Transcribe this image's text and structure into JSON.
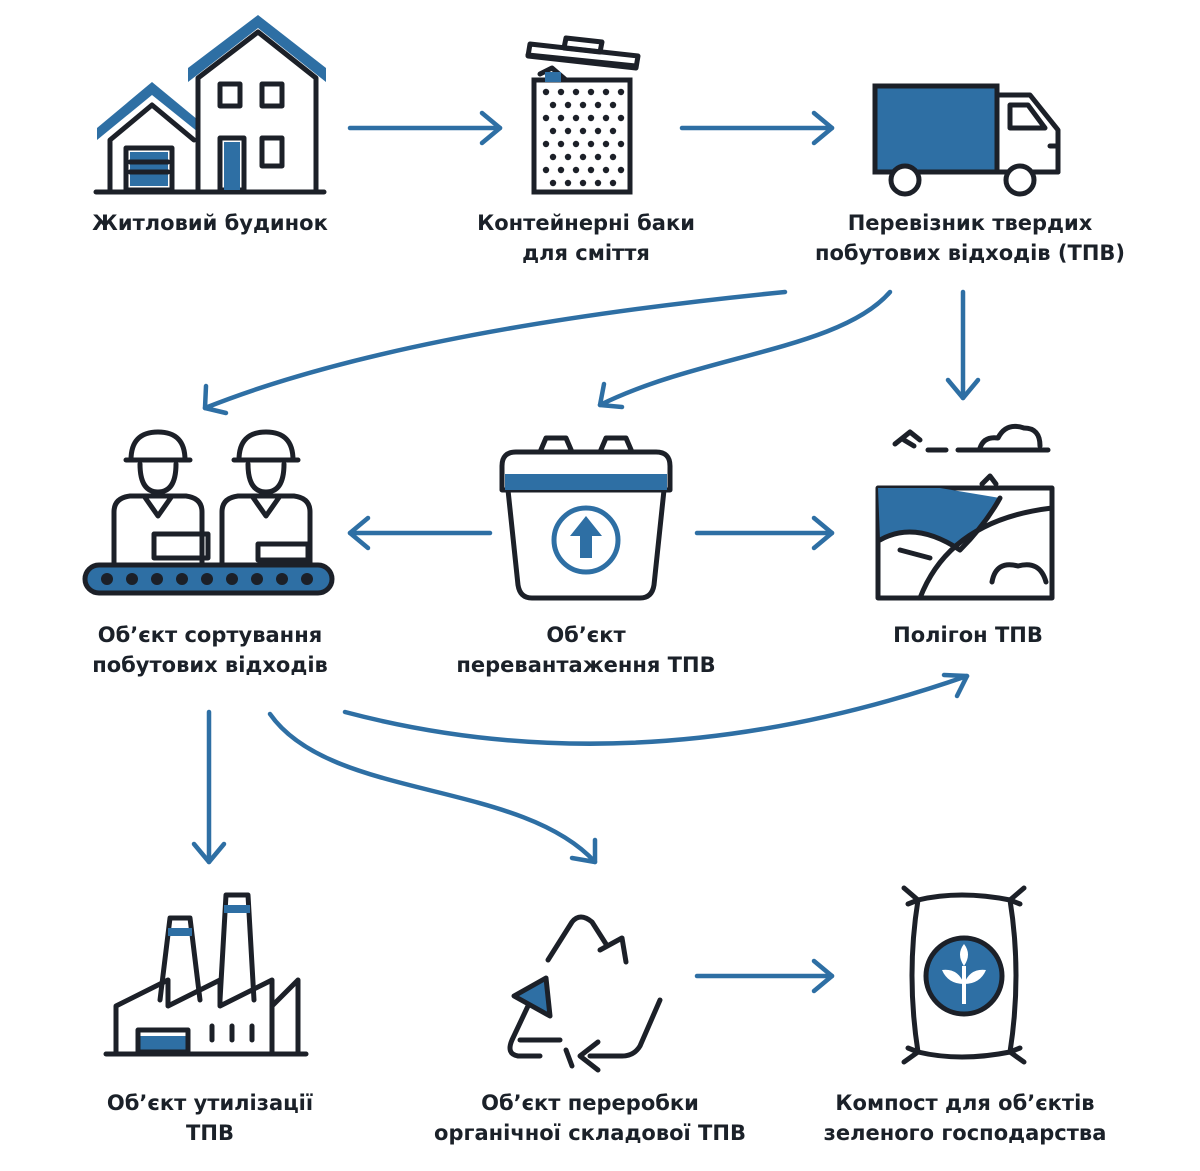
{
  "colors": {
    "accent": "#2e6fa4",
    "outline": "#1c2028",
    "background": "#ffffff"
  },
  "nodes": {
    "house": {
      "line1": "Житловий будинок",
      "line2": "",
      "icon": "house-icon"
    },
    "bins": {
      "line1": "Контейнерні баки",
      "line2": "для сміття",
      "icon": "trash-bin-icon"
    },
    "carrier": {
      "line1": "Перевізник твердих",
      "line2": "побутових відходів (ТПВ)",
      "icon": "truck-icon"
    },
    "sorting": {
      "line1": "Об’єкт сортування",
      "line2": "побутових відходів",
      "icon": "sorting-workers-icon"
    },
    "transfer": {
      "line1": "Об’єкт",
      "line2": "перевантаження ТПВ",
      "icon": "recycle-container-icon"
    },
    "landfill": {
      "line1": "Полігон ТПВ",
      "line2": "",
      "icon": "landfill-icon"
    },
    "utilization": {
      "line1": "Об’єкт утилізації",
      "line2": "ТПВ",
      "icon": "factory-icon"
    },
    "organic": {
      "line1": "Об’єкт переробки",
      "line2": "органічної складової ТПВ",
      "icon": "recycle-arrows-icon"
    },
    "compost": {
      "line1": "Компост для об’єктів",
      "line2": "зеленого господарства",
      "icon": "compost-bag-icon"
    }
  }
}
